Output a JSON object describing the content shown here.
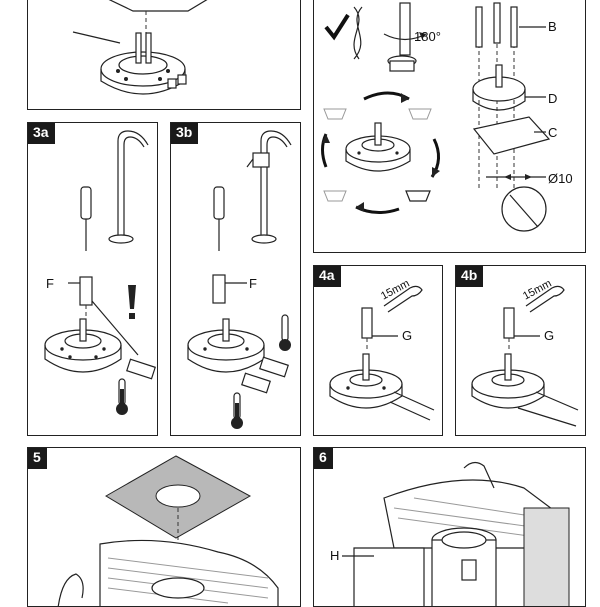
{
  "panels": {
    "p3a": {
      "tag": "3a",
      "label_f": "F"
    },
    "p3b": {
      "tag": "3b",
      "label_f": "F"
    },
    "top_right": {
      "label_b": "B",
      "label_d": "D",
      "label_c": "C",
      "angle": "180°",
      "diameter": "Ø10"
    },
    "p4a": {
      "tag": "4a",
      "wrench": "15mm",
      "label_g": "G"
    },
    "p4b": {
      "tag": "4b",
      "wrench": "15mm",
      "label_g": "G"
    },
    "p5": {
      "tag": "5"
    },
    "p6": {
      "tag": "6",
      "label_h": "H"
    }
  },
  "icons": [
    "check-icon",
    "warning-icon",
    "thermometer-hot-icon",
    "thermometer-cold-icon",
    "rotate-arrows-icon"
  ]
}
